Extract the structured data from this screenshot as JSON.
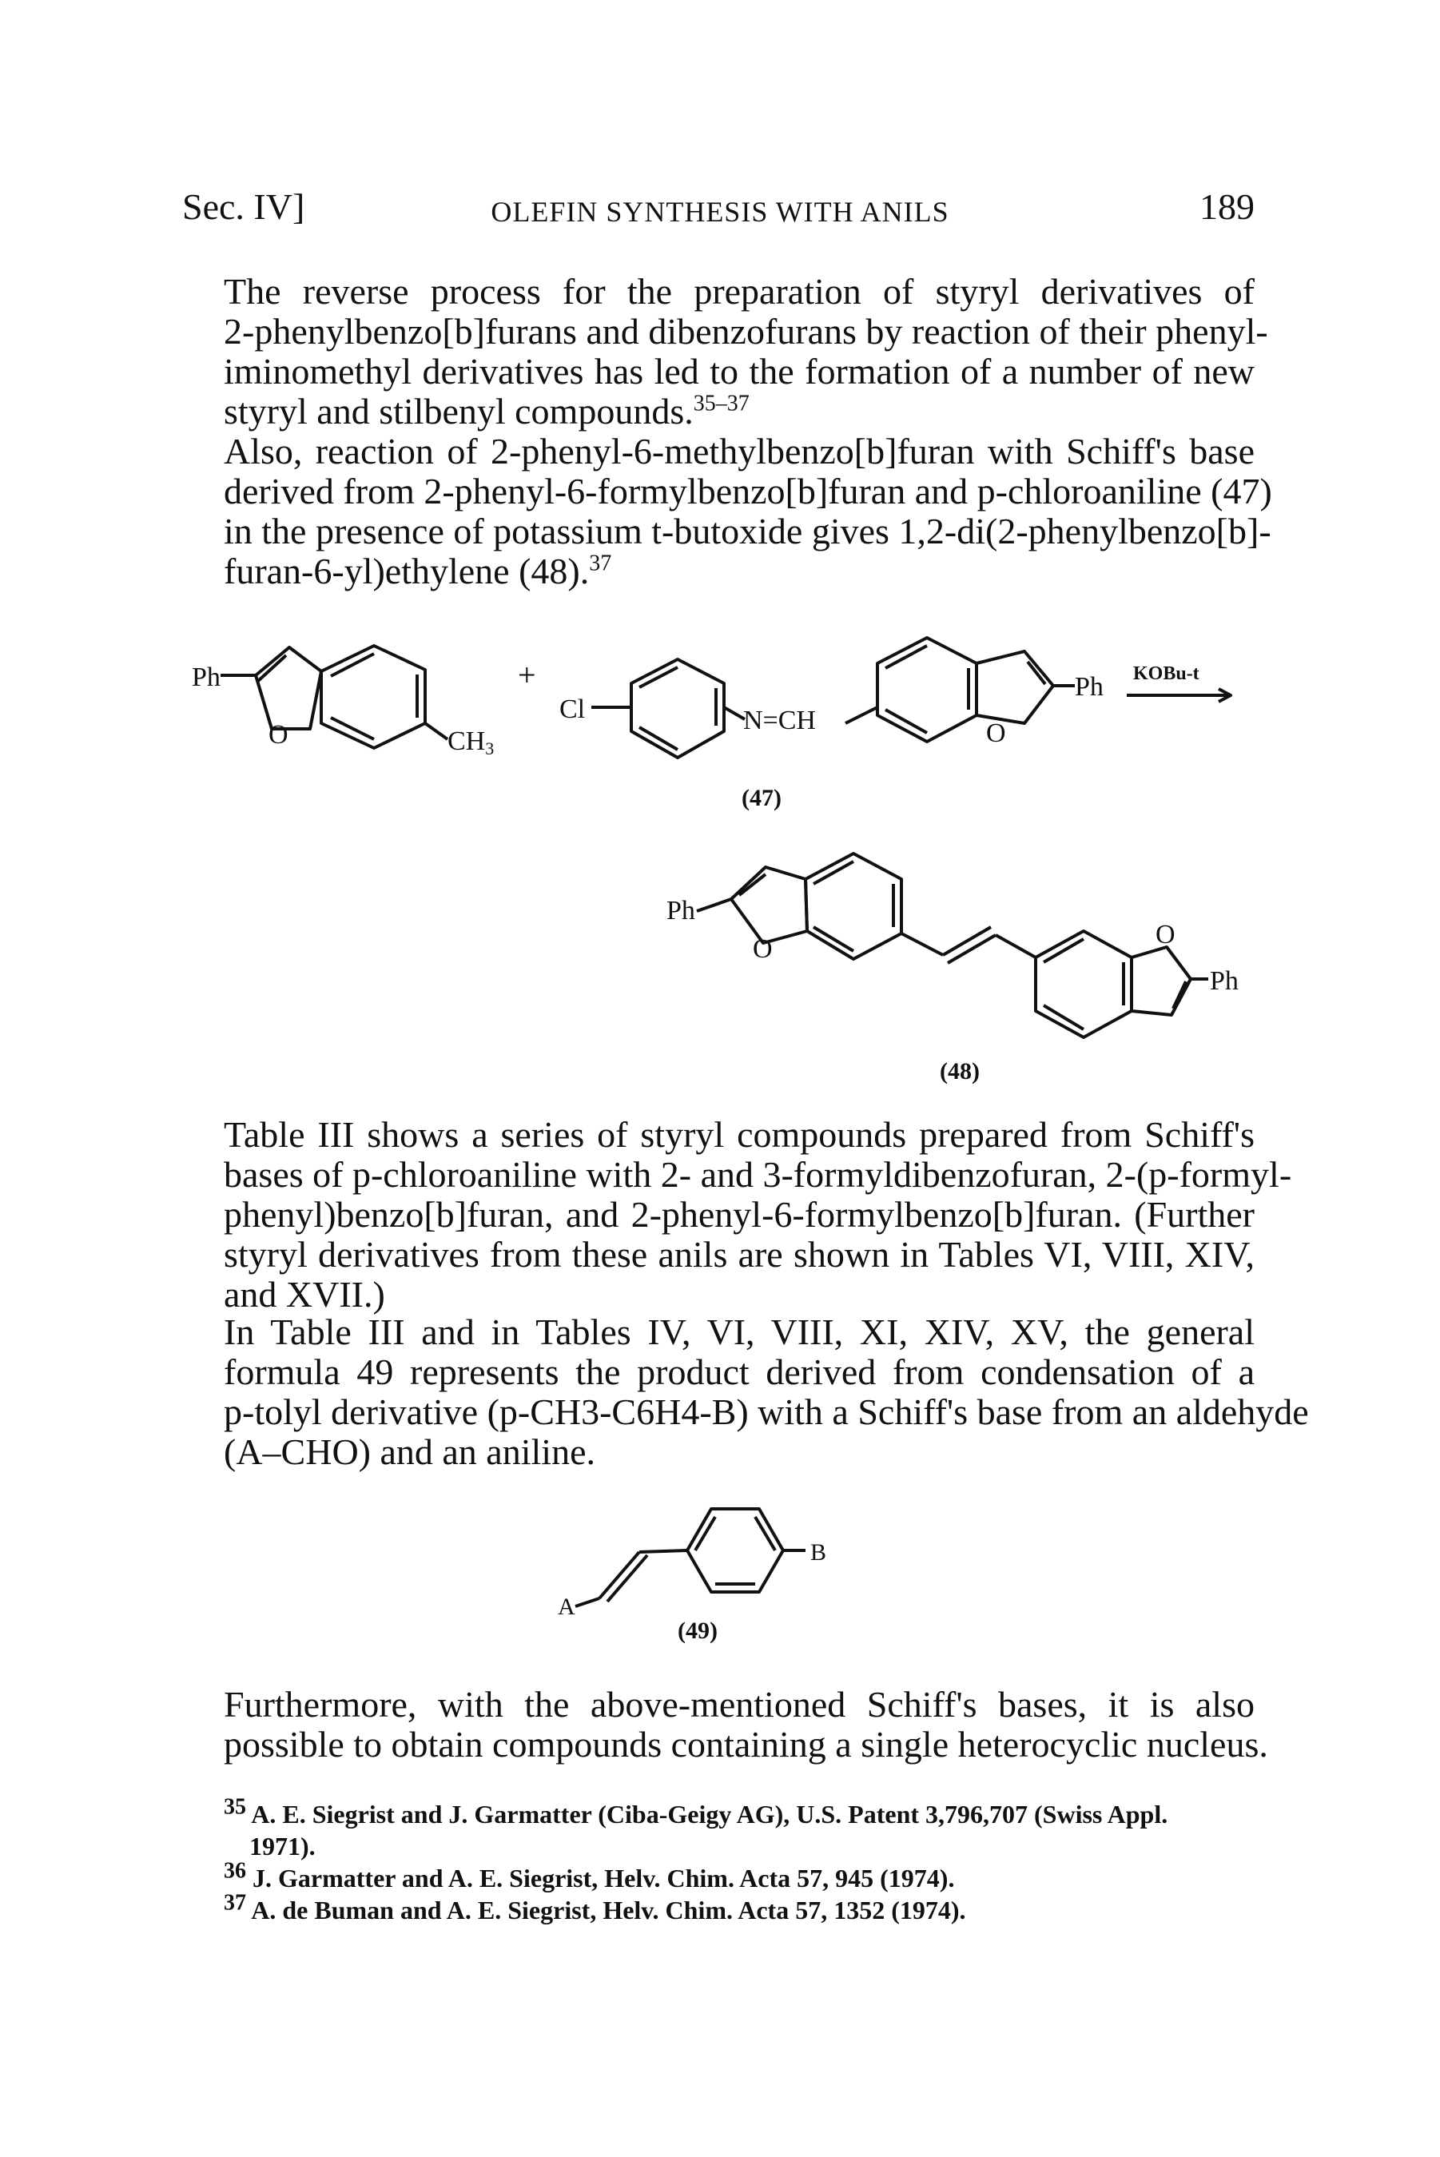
{
  "header": {
    "section": "Sec. IV]",
    "running_title": "OLEFIN SYNTHESIS WITH ANILS",
    "page_number": "189"
  },
  "paragraph1": {
    "lines": [
      "The reverse process for the preparation of styryl derivatives of",
      "2-phenylbenzo[b]furans and dibenzofurans by reaction of their phenyl-",
      "iminomethyl derivatives has led to the formation of a number of new",
      "styryl and stilbenyl compounds."
    ],
    "ref": "35–37"
  },
  "paragraph2": {
    "lines": [
      "Also, reaction of 2-phenyl-6-methylbenzo[b]furan with Schiff's base",
      "derived from 2-phenyl-6-formylbenzo[b]furan and p-chloroaniline (47)",
      "in the presence of potassium t-butoxide gives 1,2-di(2-phenylbenzo[b]-",
      "furan-6-yl)ethylene (48)."
    ],
    "ref": "37"
  },
  "scheme1": {
    "ph1": "Ph",
    "o1": "O",
    "ch3": "CH",
    "ch3_sub": "3",
    "plus": "+",
    "cl": "Cl",
    "n_ch": "N=CH",
    "o2": "O",
    "ph2": "Ph",
    "reagent": "KOBu-t",
    "label47": "(47)",
    "ph3": "Ph",
    "o3": "O",
    "o4": "O",
    "ph4": "Ph",
    "label48": "(48)"
  },
  "paragraph3": {
    "lines": [
      "Table III shows a series of styryl compounds prepared from Schiff's",
      "bases of p-chloroaniline with 2- and 3-formyldibenzofuran, 2-(p-formyl-",
      "phenyl)benzo[b]furan, and 2-phenyl-6-formylbenzo[b]furan. (Further",
      "styryl derivatives from these anils are shown in Tables VI, VIII, XIV,",
      "and XVII.)"
    ]
  },
  "paragraph4": {
    "lines": [
      "In Table III and in Tables IV, VI, VIII, XI, XIV, XV, the general",
      "formula 49 represents the product derived from condensation of a",
      "p-tolyl derivative (p-CH3-C6H4-B) with a Schiff's base from an aldehyde",
      "(A–CHO) and an aniline."
    ]
  },
  "scheme2": {
    "a": "A",
    "b": "B",
    "label49": "(49)"
  },
  "paragraph5": {
    "lines": [
      "Furthermore, with the above-mentioned Schiff's bases, it is also",
      "possible to obtain compounds containing a single heterocyclic nucleus."
    ]
  },
  "footnotes": [
    {
      "num": "35",
      "text": "A. E. Siegrist and J. Garmatter (Ciba-Geigy AG), U.S. Patent 3,796,707 (Swiss Appl.",
      "cont": "1971)."
    },
    {
      "num": "36",
      "text": "J. Garmatter and A. E. Siegrist, Helv. Chim. Acta 57, 945 (1974)."
    },
    {
      "num": "37",
      "text": "A. de Buman and A. E. Siegrist, Helv. Chim. Acta 57, 1352 (1974)."
    }
  ]
}
